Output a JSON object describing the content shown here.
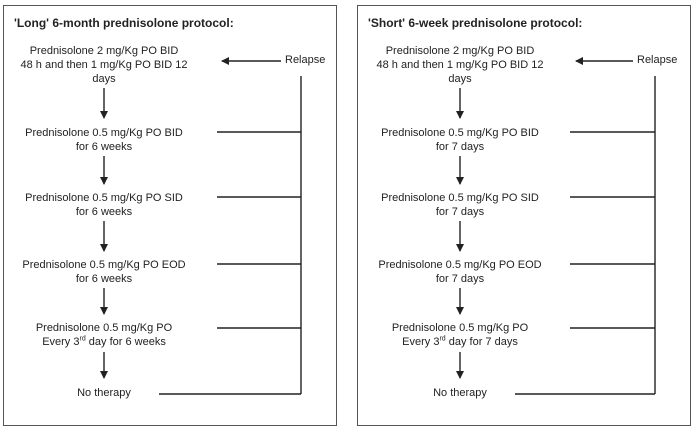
{
  "panels": [
    {
      "title": "'Long' 6-month prednisolone protocol:",
      "relapse": "Relapse",
      "steps": [
        {
          "l1": "Prednisolone 2 mg/Kg PO BID",
          "l2": "48 h and then 1 mg/Kg PO BID 12",
          "l3": "days"
        },
        {
          "l1": "Prednisolone 0.5 mg/Kg PO BID",
          "l2": "for 6 weeks"
        },
        {
          "l1": "Prednisolone 0.5 mg/Kg PO SID",
          "l2": "for 6 weeks"
        },
        {
          "l1": "Prednisolone 0.5 mg/Kg PO EOD",
          "l2": "for 6 weeks"
        },
        {
          "l1": "Prednisolone 0.5 mg/Kg PO",
          "l2a": "Every 3",
          "l2sup": "rd",
          "l2b": " day for 6 weeks"
        },
        {
          "l1": "No therapy"
        }
      ]
    },
    {
      "title": "'Short' 6-week prednisolone protocol:",
      "relapse": "Relapse",
      "steps": [
        {
          "l1": "Prednisolone 2 mg/Kg PO BID",
          "l2": "48 h and then 1 mg/Kg PO BID 12",
          "l3": "days"
        },
        {
          "l1": "Prednisolone 0.5 mg/Kg PO BID",
          "l2": "for 7 days"
        },
        {
          "l1": "Prednisolone 0.5 mg/Kg PO SID",
          "l2": "for 7 days"
        },
        {
          "l1": "Prednisolone 0.5 mg/Kg PO EOD",
          "l2": "for 7 days"
        },
        {
          "l1": "Prednisolone 0.5 mg/Kg PO",
          "l2a": "Every 3",
          "l2sup": "rd",
          "l2b": " day for 7 days"
        },
        {
          "l1": "No therapy"
        }
      ]
    }
  ]
}
